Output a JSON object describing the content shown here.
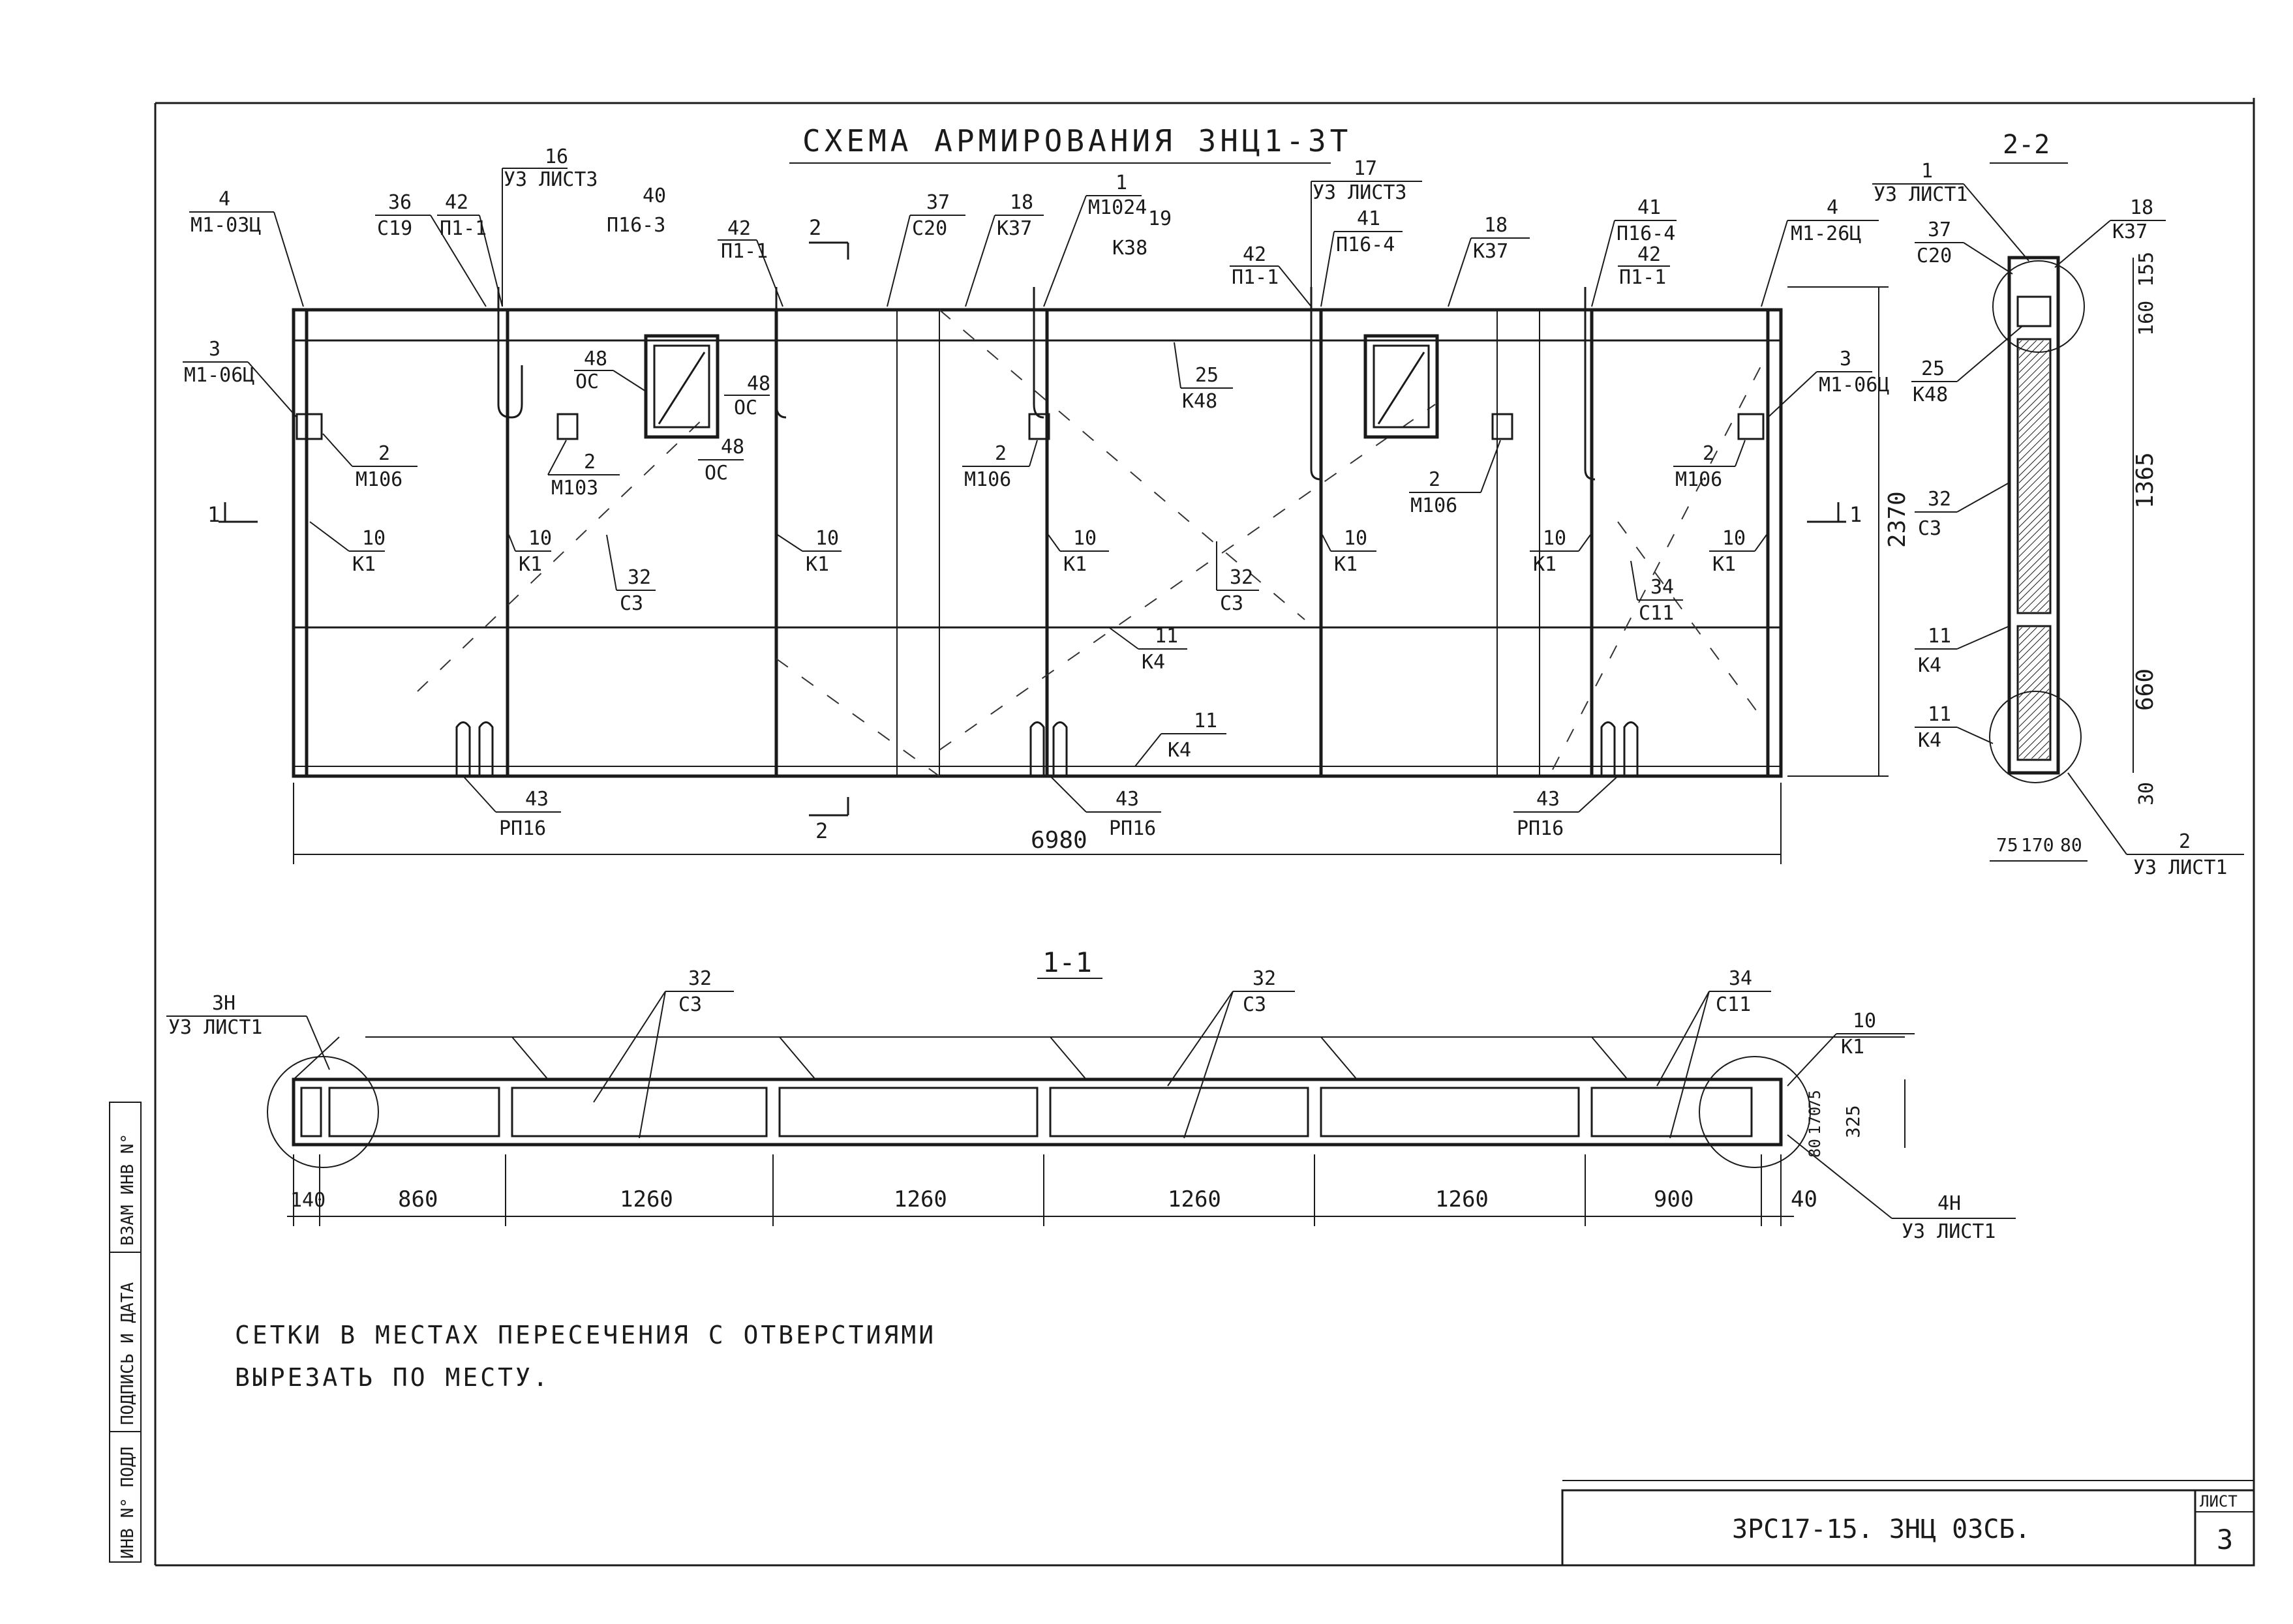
{
  "title": "СХЕМА АРМИРОВАНИЯ ЗНЦ1-3Т",
  "section_2_title": "2-2",
  "section_1_title": "1-1",
  "elevation": {
    "labels": [
      {
        "n": "4",
        "m": "М1-03Ц"
      },
      {
        "n": "3",
        "m": "М1-06Ц"
      },
      {
        "n": "36",
        "m": "С19"
      },
      {
        "n": "42",
        "m": "П1-1"
      },
      {
        "n": "16",
        "m": "УЗ ЛИСТ3"
      },
      {
        "n": "40",
        "m": "П16-3"
      },
      {
        "n": "42",
        "m": "П1-1"
      },
      {
        "n": "37",
        "m": "С20"
      },
      {
        "n": "18",
        "m": "К37"
      },
      {
        "n": "1",
        "m": "М1024"
      },
      {
        "n": "19",
        "m": "К38"
      },
      {
        "n": "42",
        "m": "П1-1"
      },
      {
        "n": "17",
        "m": "УЗ ЛИСТ3"
      },
      {
        "n": "41",
        "m": "П16-4"
      },
      {
        "n": "18",
        "m": "К37"
      },
      {
        "n": "41",
        "m": "П16-4"
      },
      {
        "n": "42",
        "m": "П1-1"
      },
      {
        "n": "4",
        "m": "М1-26Ц"
      },
      {
        "n": "3",
        "m": "М1-06Ц"
      },
      {
        "n": "48",
        "m": "ОС"
      },
      {
        "n": "48",
        "m": "ОС"
      },
      {
        "n": "48",
        "m": "ОС"
      },
      {
        "n": "25",
        "m": "К48"
      },
      {
        "n": "2",
        "m": "М106"
      },
      {
        "n": "2",
        "m": "М103"
      },
      {
        "n": "2",
        "m": "М106"
      },
      {
        "n": "2",
        "m": "М106"
      },
      {
        "n": "2",
        "m": "М106"
      },
      {
        "n": "10",
        "m": "К1"
      },
      {
        "n": "10",
        "m": "К1"
      },
      {
        "n": "10",
        "m": "К1"
      },
      {
        "n": "10",
        "m": "К1"
      },
      {
        "n": "10",
        "m": "К1"
      },
      {
        "n": "10",
        "m": "К1"
      },
      {
        "n": "10",
        "m": "К1"
      },
      {
        "n": "32",
        "m": "С3"
      },
      {
        "n": "32",
        "m": "С3"
      },
      {
        "n": "34",
        "m": "С11"
      },
      {
        "n": "11",
        "m": "К4"
      },
      {
        "n": "11",
        "m": "К4"
      },
      {
        "n": "43",
        "m": "РП16"
      },
      {
        "n": "43",
        "m": "РП16"
      },
      {
        "n": "43",
        "m": "РП16"
      }
    ],
    "section_mark_2": "2",
    "section_mark_1": "1",
    "dim_length": "6980",
    "dim_height": "2370"
  },
  "section22": {
    "labels": [
      {
        "n": "1",
        "m": "УЗ ЛИСТ1"
      },
      {
        "n": "18",
        "m": "К37"
      },
      {
        "n": "37",
        "m": "С20"
      },
      {
        "n": "25",
        "m": "К48"
      },
      {
        "n": "32",
        "m": "С3"
      },
      {
        "n": "11",
        "m": "К4"
      },
      {
        "n": "11",
        "m": "К4"
      },
      {
        "n": "2",
        "m": "УЗ ЛИСТ1"
      }
    ],
    "dims_vertical": [
      "155",
      "160",
      "1365",
      "660",
      "30"
    ],
    "dims_bottom": [
      "75",
      "170",
      "80"
    ]
  },
  "section11": {
    "labels": [
      {
        "n": "3Н",
        "m": "УЗ ЛИСТ1"
      },
      {
        "n": "32",
        "m": "С3"
      },
      {
        "n": "32",
        "m": "С3"
      },
      {
        "n": "34",
        "m": "С11"
      },
      {
        "n": "10",
        "m": "К1"
      },
      {
        "n": "4Н",
        "m": "УЗ ЛИСТ1"
      }
    ],
    "dims": [
      "140",
      "860",
      "1260",
      "1260",
      "1260",
      "1260",
      "900",
      "40"
    ],
    "dims_right": [
      "75",
      "170",
      "80",
      "325"
    ]
  },
  "note_line1": "СЕТКИ В МЕСТАХ ПЕРЕСЕЧЕНИЯ С ОТВЕРСТИЯМИ",
  "note_line2": "ВЫРЕЗАТЬ ПО МЕСТУ.",
  "stamp": {
    "code": "3РС17-15. ЗНЦ 03СБ.",
    "sheet_label": "ЛИСТ",
    "sheet_no": "3"
  },
  "side_strip": [
    "ИНВ N° ПОДЛ",
    "ПОДПИСЬ И ДАТА",
    "ВЗАМ ИНВ N°"
  ]
}
